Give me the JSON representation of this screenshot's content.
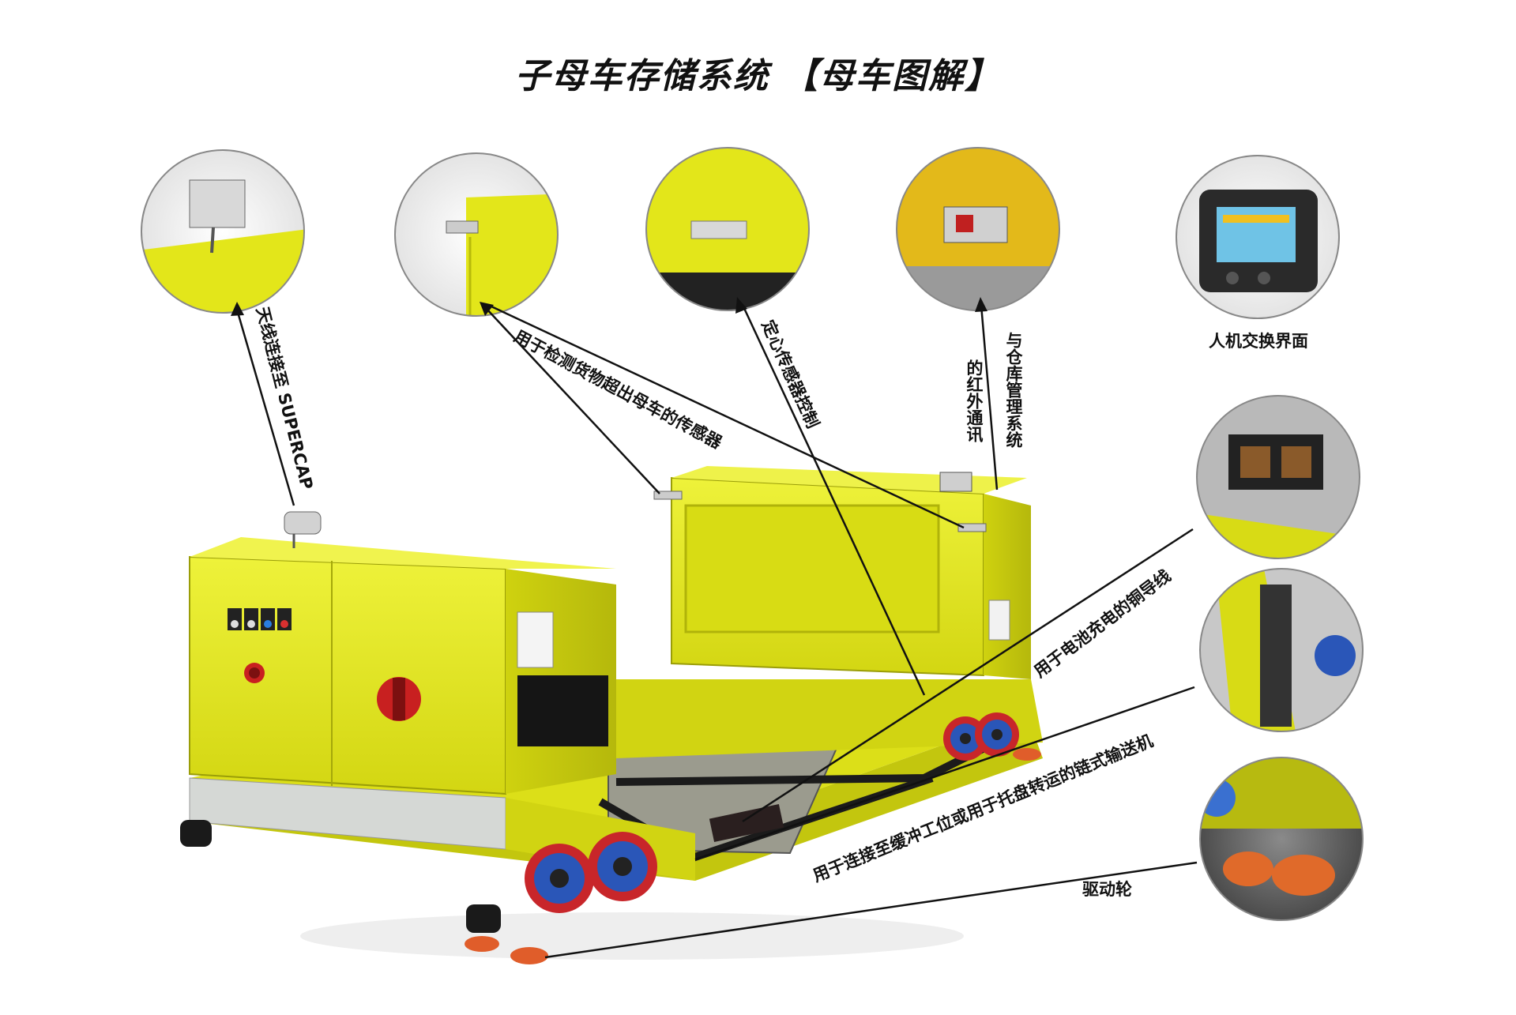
{
  "title": "子母车存储系统 【母车图解】",
  "callouts": {
    "antenna": "天线连接至 SUPERCAP",
    "overhang_sensor": "用于检测货物超出母车的传感器",
    "centering_sensor": "定心传感器控制",
    "infrared_line1": "与仓库管理系统",
    "infrared_line2": "的红外通讯",
    "hmi": "人机交换界面",
    "copper_wire": "用于电池充电的铜导线",
    "chain_conveyor": "用于连接至缓冲工位或用于托盘转运的链式输送机",
    "drive_wheel": "驱动轮"
  },
  "colors": {
    "body_yellow": "#e6ea1c",
    "body_shade": "#c9cc10",
    "body_dark": "#a9ac0c",
    "wheel_red": "#c8262a",
    "wheel_blue": "#2a56b8",
    "line": "#111111"
  },
  "icons": [
    "antenna-icon",
    "sensor-icon",
    "hmi-panel-icon",
    "emergency-stop-icon",
    "main-switch-icon"
  ]
}
